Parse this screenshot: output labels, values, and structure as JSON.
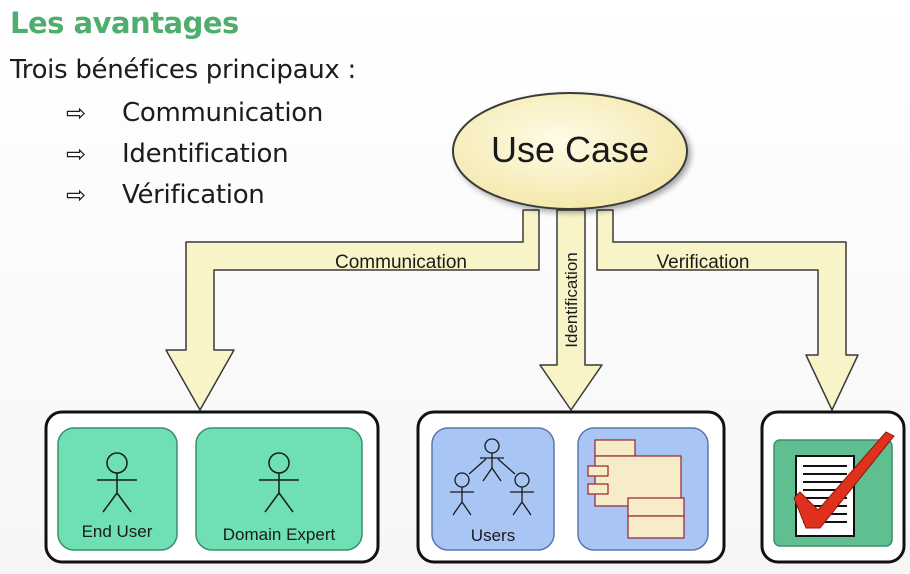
{
  "title": "Les avantages",
  "intro": "Trois bénéfices principaux :",
  "bullets": [
    {
      "arrow": "⇨",
      "text": "Communication"
    },
    {
      "arrow": "⇨",
      "text": "Identification"
    },
    {
      "arrow": "⇨",
      "text": "Vérification"
    }
  ],
  "diagram": {
    "center": "Use Case",
    "arrows": {
      "communication": "Communication",
      "identification": "Identification",
      "verification": "Verification"
    },
    "actors": {
      "end_user": "End  User",
      "domain_expert": "Domain Expert",
      "users": "Users"
    },
    "colors": {
      "heading": "#4fae6e",
      "ellipse": "#f8f0c0",
      "arrow_fill": "#f8f4c8",
      "green_card": "#6fe0b4",
      "blue_card": "#a9c5f3",
      "check": "#e0301e"
    }
  }
}
